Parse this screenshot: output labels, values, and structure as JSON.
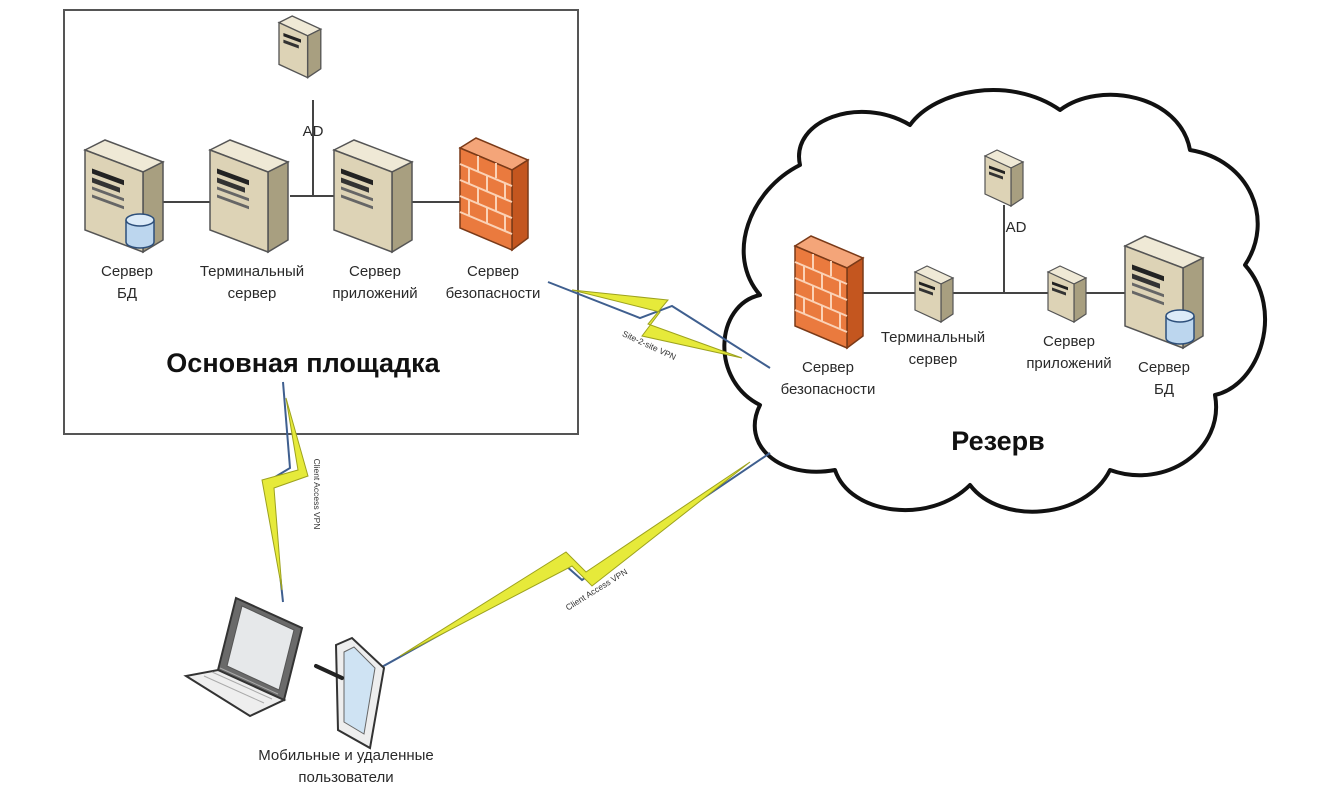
{
  "main_site": {
    "title": "Основная площадка",
    "ad_label": "AD",
    "db_server": [
      "Сервер",
      "БД"
    ],
    "terminal_server": [
      "Терминальный",
      "сервер"
    ],
    "app_server": [
      "Сервер",
      "приложений"
    ],
    "security_server": [
      "Сервер",
      "безопасности"
    ]
  },
  "reserve_site": {
    "title": "Резерв",
    "ad_label": "AD",
    "security_server": [
      "Сервер",
      "безопасности"
    ],
    "terminal_server": [
      "Терминальный",
      "сервер"
    ],
    "app_server": [
      "Сервер",
      "приложений"
    ],
    "db_server": [
      "Сервер",
      "БД"
    ]
  },
  "links": {
    "site_to_site": "Site-2-site VPN",
    "client_access_main": "Client Access VPN",
    "client_access_reserve": "Client Access VPN"
  },
  "mobile_users": [
    "Мобильные и удаленные",
    "пользователи"
  ],
  "colors": {
    "server_body": "#d9cfb4",
    "firewall": "#e8753a",
    "lightning": "#e6ea3a",
    "link_line": "#3f5f8f"
  }
}
